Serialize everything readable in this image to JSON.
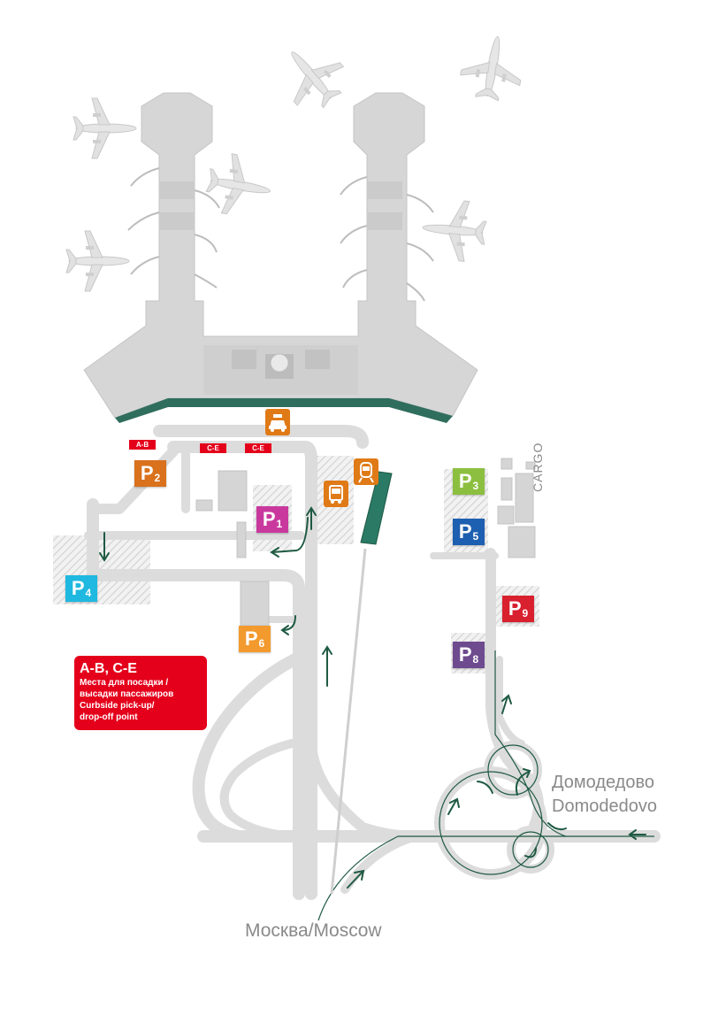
{
  "parking": [
    {
      "id": "p1",
      "letter": "P",
      "num": "1",
      "color": "#c9399d"
    },
    {
      "id": "p2",
      "letter": "P",
      "num": "2",
      "color": "#d9711d"
    },
    {
      "id": "p3",
      "letter": "P",
      "num": "3",
      "color": "#8cbf3f"
    },
    {
      "id": "p4",
      "letter": "P",
      "num": "4",
      "color": "#1fb8e0"
    },
    {
      "id": "p5",
      "letter": "P",
      "num": "5",
      "color": "#1d5fb0"
    },
    {
      "id": "p6",
      "letter": "P",
      "num": "6",
      "color": "#f29a2e"
    },
    {
      "id": "p8",
      "letter": "P",
      "num": "8",
      "color": "#6e4b8f"
    },
    {
      "id": "p9",
      "letter": "P",
      "num": "9",
      "color": "#d8202e"
    }
  ],
  "zones": {
    "ab": "A-B",
    "ce1": "C-E",
    "ce2": "C-E"
  },
  "taxi_label": "TAXI",
  "legend": {
    "title": "A-B, C-E",
    "line1": "Места для посадки /",
    "line2": "высадки пассажиров",
    "line3": "Curbside pick-up/",
    "line4": "drop-off point"
  },
  "cargo": "CARGO",
  "destinations": {
    "domodedovo_ru": "Домодедово",
    "domodedovo_en": "Domodedovo",
    "moscow": "Москва/Moscow"
  },
  "colors": {
    "road": "#dcdcdc",
    "terminal": "#d3d3d3",
    "arrow": "#1f5a43",
    "rail": "#2a7a66",
    "service": "#e07a16",
    "red": "#e4001b"
  },
  "icons": [
    "airplane-icon",
    "taxi-icon",
    "bus-icon",
    "train-icon"
  ]
}
